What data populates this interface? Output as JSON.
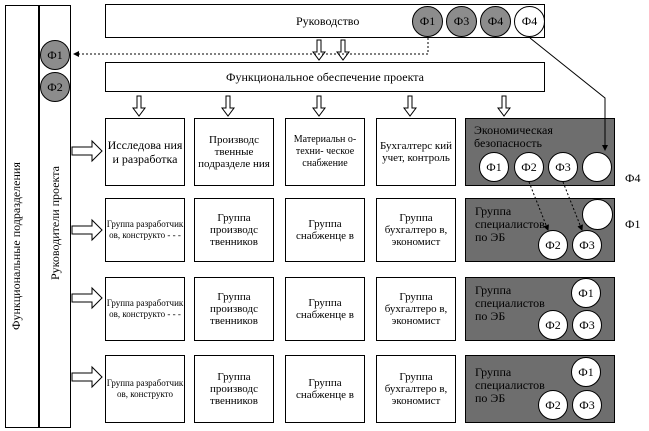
{
  "left_bars": {
    "functional_units": "Функциональные подразделения",
    "project_leaders": "Руководители проекта"
  },
  "top": {
    "management": "Руководство",
    "functional_support": "Функциональное обеспечение проекта"
  },
  "badges": {
    "f1": "Ф1",
    "f2": "Ф2",
    "f3": "Ф3",
    "f4": "Ф4"
  },
  "header_row": {
    "research": "Исследова ния и разработка",
    "production": "Производс твенные подразделе ния",
    "supply": "Материальн о-техни- ческое снабжение",
    "accounting": "Бухгалтерс кий учет, контроль",
    "economic_security": "Экономическая безопасность"
  },
  "rows": [
    {
      "developers": "Группа разработчик ов, конструкто - - -",
      "technicians": "Группа производс твенников",
      "suppliers": "Группа снабженце в",
      "accountants": "Группа бухгалтеро в, экономист",
      "security": "Группа специалистов по ЭБ"
    },
    {
      "developers": "Группа разработчик ов, конструкто - - -",
      "technicians": "Группа производс твенников",
      "suppliers": "Группа снабженце в",
      "accountants": "Группа бухгалтеро в, экономист",
      "security": "Группа специалистов по ЭБ"
    },
    {
      "developers": "Группа разработчик ов, конструкто",
      "technicians": "Группа производс твенников",
      "suppliers": "Группа снабженце в",
      "accountants": "Группа бухгалтеро в, экономист",
      "security": "Группа специалистов по ЭБ"
    }
  ],
  "colors": {
    "gray_badge": "#8c8c8c",
    "security_fill": "#6e6e6e"
  }
}
